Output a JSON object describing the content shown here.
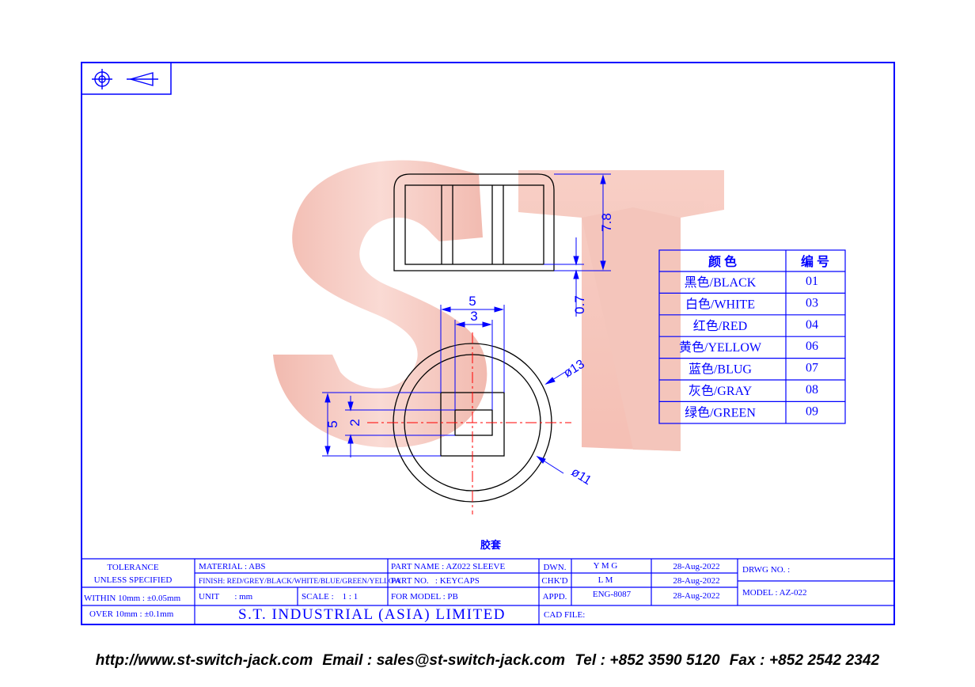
{
  "projection_symbols": [
    "concentric-circles-icon",
    "truncated-cone-icon"
  ],
  "logo": {
    "text": "ST",
    "color": "#f2b5a8"
  },
  "drawing": {
    "title_cn": "胶套",
    "dims": {
      "height": "7.8",
      "gap": "0.7",
      "width_outer": "5",
      "width_inner": "3",
      "v_outer": "5",
      "v_inner": "2",
      "dia_outer": "ø13",
      "dia_inner": "ø11"
    },
    "colors": {
      "line": "#000000",
      "dim": "#0000ff",
      "center": "#ff0000",
      "border": "#0000ff"
    }
  },
  "color_table": {
    "headers": [
      "颜 色",
      "编 号"
    ],
    "rows": [
      {
        "name": "黑色/BLACK",
        "code": "01"
      },
      {
        "name": "白色/WHITE",
        "code": "03"
      },
      {
        "name": "红色/RED",
        "code": "04"
      },
      {
        "name": "黄色/YELLOW",
        "code": "06"
      },
      {
        "name": "蓝色/BLUG",
        "code": "07"
      },
      {
        "name": "灰色/GRAY",
        "code": "08"
      },
      {
        "name": "绿色/GREEN",
        "code": "09"
      }
    ]
  },
  "title_block": {
    "tolerance": "TOLERANCE",
    "unless": "UNLESS SPECIFIED",
    "within": "WITHIN 10mm : ±0.05mm",
    "over": "OVER 10mm : ±0.1mm",
    "material": "MATERIAL : ABS",
    "finish": "FINISH: RED/GREY/BLACK/WHITE/BLUE/GREEN/YELLOW",
    "unit": "UNIT       : mm",
    "scale": "SCALE :    1 : 1",
    "company": "S.T. INDUSTRIAL (ASIA) LIMITED",
    "part_name": "PART NAME : AZ022 SLEEVE",
    "part_no": "PART NO.   : KEYCAPS",
    "for_model": "FOR MODEL : PB",
    "dwn": "DWN.",
    "chkd": "CHK'D",
    "appd": "APPD.",
    "dwn_val": "Y M G",
    "chkd_val": "L M",
    "appd_val": "ENG-8087",
    "date1": "28-Aug-2022",
    "date2": "28-Aug-2022",
    "date3": "28-Aug-2022",
    "cad_file": "CAD FILE:",
    "drwg_no": "DRWG NO. :",
    "model": "MODEL : AZ-022"
  },
  "footer": {
    "url": "http://www.st-switch-jack.com",
    "email": "Email : sales@st-switch-jack.com",
    "tel": "Tel : +852 3590 5120",
    "fax": "Fax : +852 2542 2342"
  }
}
